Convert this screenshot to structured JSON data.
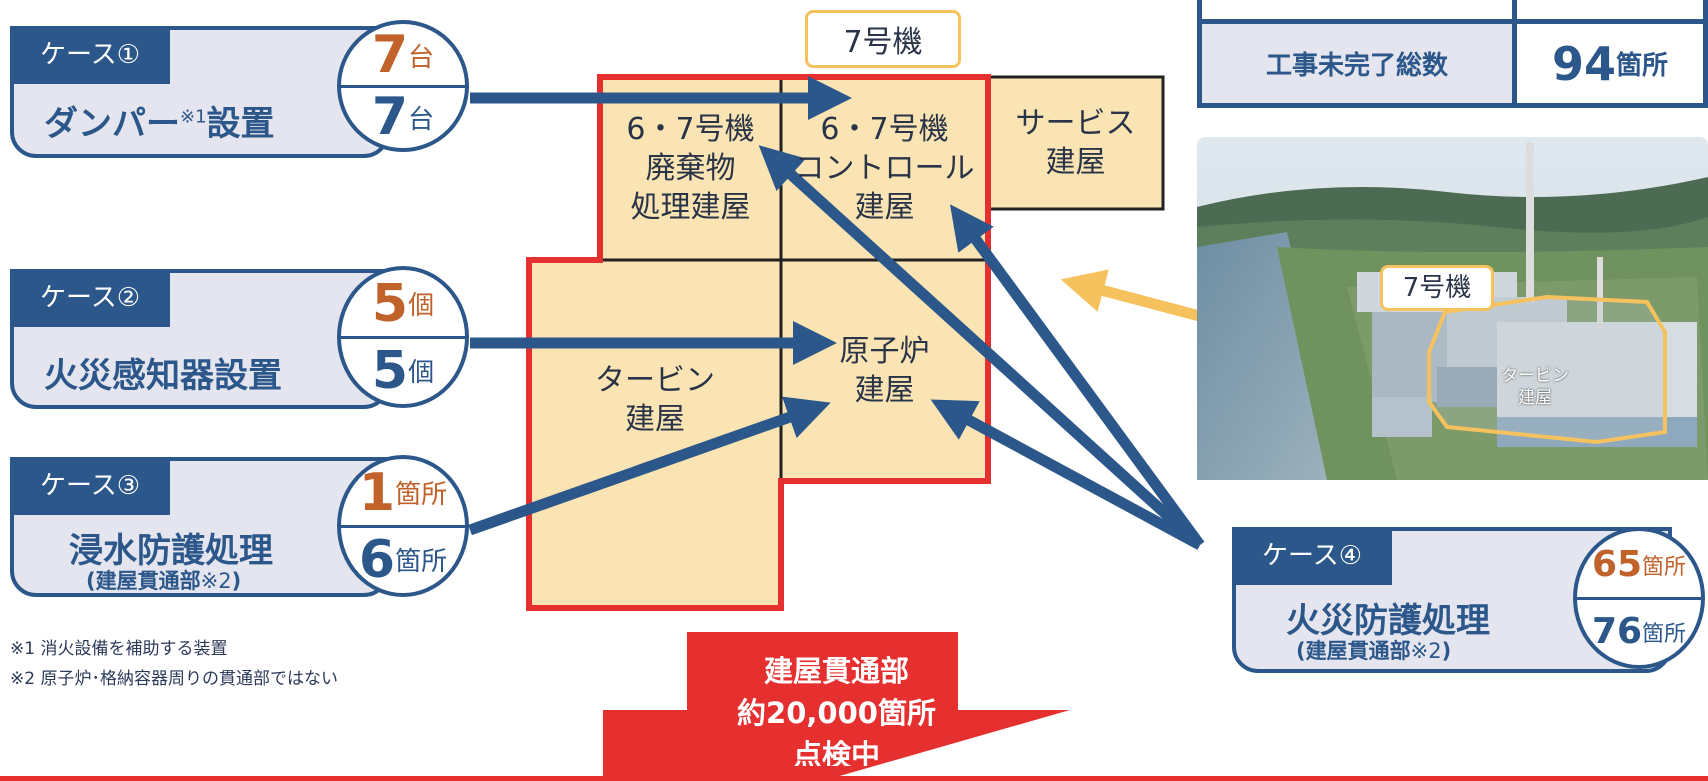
{
  "unit_label": "7号機",
  "buildings": {
    "waste": "6・7号機\n廃棄物\n処理建屋",
    "control": "6・7号機\nコントロール\n建屋",
    "service": "サービス\n建屋",
    "turbine": "タービン\n建屋",
    "reactor": "原子炉\n建屋"
  },
  "cases": [
    {
      "tag": "ケース①",
      "title": "ダンパー",
      "sup": "※1",
      "title_tail": "設置",
      "sub": "",
      "top_num": "7",
      "top_unit": "台",
      "bottom_num": "7",
      "bottom_unit": "台"
    },
    {
      "tag": "ケース②",
      "title": "火災感知器設置",
      "sup": "",
      "title_tail": "",
      "sub": "",
      "top_num": "5",
      "top_unit": "個",
      "bottom_num": "5",
      "bottom_unit": "個"
    },
    {
      "tag": "ケース③",
      "title": "浸水防護処理",
      "sup": "",
      "title_tail": "",
      "sub_open": "(建屋貫通部",
      "sub_mark": "※2",
      "sub_close": ")",
      "top_num": "1",
      "top_unit": "箇所",
      "bottom_num": "6",
      "bottom_unit": "箇所"
    },
    {
      "tag": "ケース④",
      "title": "火災防護処理",
      "sup": "",
      "title_tail": "",
      "sub_open": "(建屋貫通部",
      "sub_mark": "※2",
      "sub_close": ")",
      "top_num": "65",
      "top_unit": "箇所",
      "bottom_num": "76",
      "bottom_unit": "箇所"
    }
  ],
  "notes": {
    "note1": "※1 消火設備を補助する装置",
    "note2": "※2 原子炉･格納容器周りの貫通部ではない"
  },
  "table": {
    "label": "工事未完了総数",
    "value_num": "94",
    "value_unit": "箇所"
  },
  "photo": {
    "unit_label": "7号機",
    "building_label": "タービン\n建屋"
  },
  "down_arrow": {
    "line1": "建屋貫通部",
    "line2": "約20,000箇所",
    "line3": "点検中"
  },
  "colors": {
    "navy": "#2c578b",
    "orange": "#c0622a",
    "red": "#e63030",
    "cream": "#fbe4b3",
    "gold": "#f5c25e"
  }
}
